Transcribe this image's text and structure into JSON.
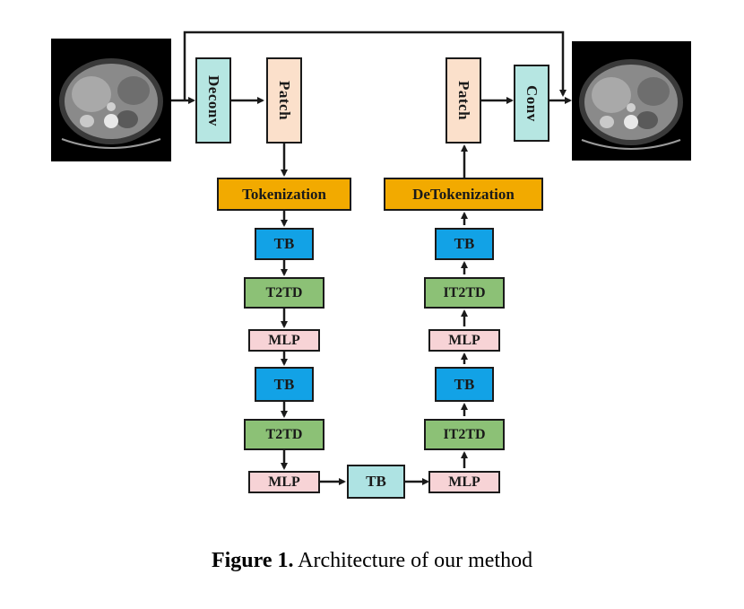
{
  "blocks": {
    "deconv": "Deconv",
    "patch_in": "Patch",
    "patch_out": "Patch",
    "conv": "Conv",
    "tokenization": "Tokenization",
    "detokenization": "DeTokenization",
    "encoder": {
      "tb1": "TB",
      "t2td1": "T2TD",
      "mlp1": "MLP",
      "tb2": "TB",
      "t2td2": "T2TD",
      "mlp2": "MLP"
    },
    "bottleneck": "TB",
    "decoder": {
      "mlp2": "MLP",
      "it2td2": "IT2TD",
      "tb2": "TB",
      "mlp1": "MLP",
      "it2td1": "IT2TD",
      "tb1": "TB"
    }
  },
  "images": {
    "input": "ct-scan-input",
    "output": "ct-scan-output"
  },
  "caption": {
    "label": "Figure 1.",
    "text": " Architecture of our method"
  }
}
